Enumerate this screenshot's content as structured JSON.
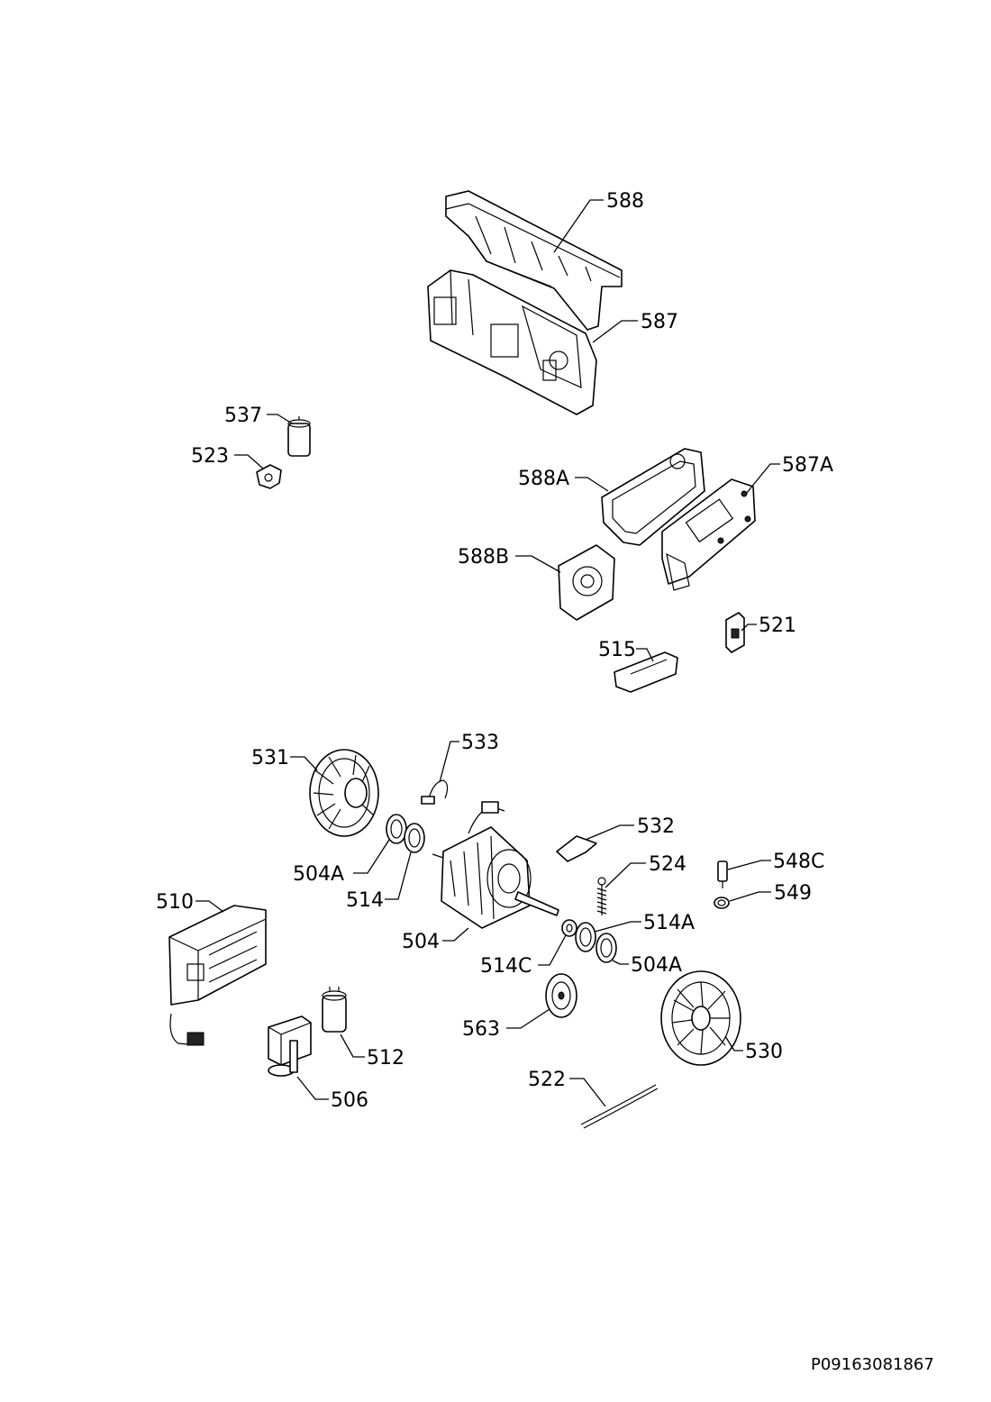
{
  "labels": {
    "p588": "588",
    "p587": "587",
    "p537": "537",
    "p523": "523",
    "p588A": "588A",
    "p587A": "587A",
    "p588B": "588B",
    "p521": "521",
    "p515": "515",
    "p533": "533",
    "p531": "531",
    "p532": "532",
    "p524": "524",
    "p548C": "548C",
    "p504A_left": "504A",
    "p514": "514",
    "p549": "549",
    "p510": "510",
    "p514A": "514A",
    "p504": "504",
    "p514C": "514C",
    "p504A_right": "504A",
    "p563": "563",
    "p512": "512",
    "p530": "530",
    "p522": "522",
    "p506": "506"
  },
  "document_id": "P09163081867"
}
